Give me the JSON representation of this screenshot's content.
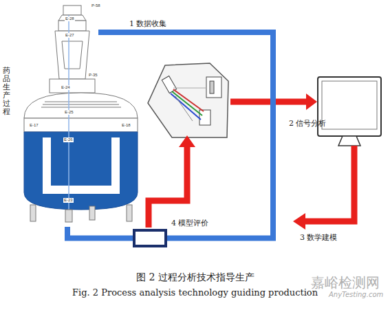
{
  "diagram": {
    "caption": "图 2 过程分析技术指导生产",
    "nodes": [
      {
        "text": [
          "药品生产过程"
        ]
      },
      {
        "text": [
          "4 模型评价"
        ]
      }
    ],
    "edges": [
      {
        "from": 0,
        "to": 1,
        "arrow": "none",
        "label": "1 数据收集"
      },
      {
        "from": 1,
        "to": 0,
        "arrow": "none"
      }
    ],
    "labels": [
      "P-58",
      "E-28",
      "E-27",
      "P-35",
      "E-24",
      "E-25",
      "E-17",
      "E-18",
      "E-26",
      "E-23",
      "2 信号分析",
      "3 数学建模",
      "Fig. 2 Process analysis technology guiding production",
      "嘉峪检测网",
      "AnyTesting.com"
    ]
  }
}
